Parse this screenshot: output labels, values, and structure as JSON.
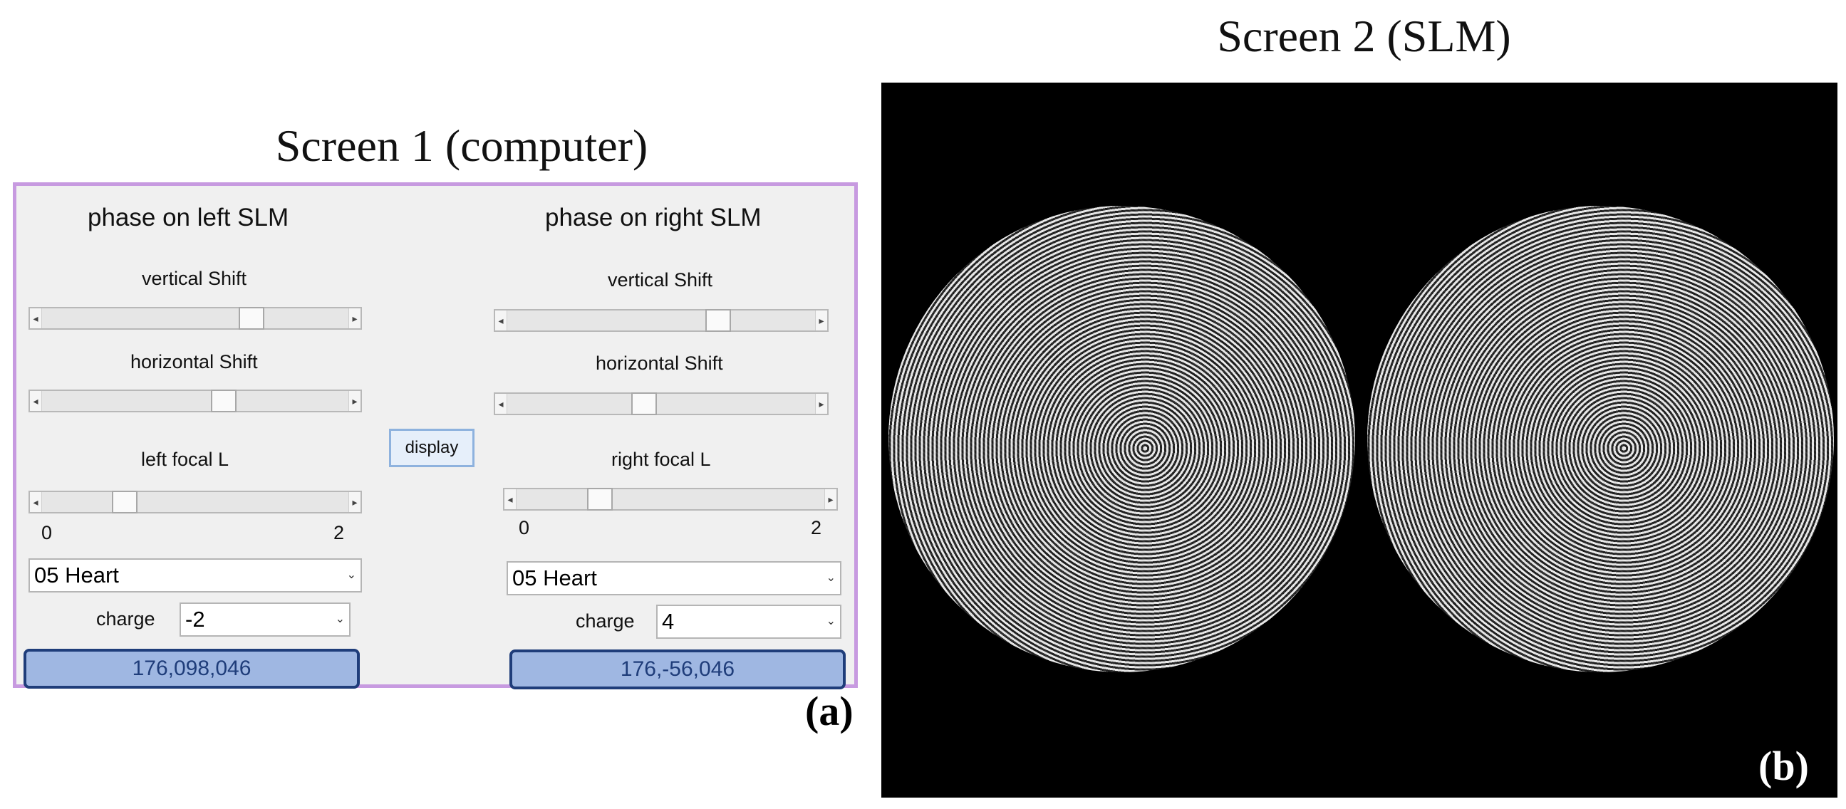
{
  "captions": {
    "screen1": "Screen 1  (computer)",
    "screen2": "Screen 2 (SLM)",
    "label_a": "(a)",
    "label_b": "(b)"
  },
  "left": {
    "heading": "phase on left SLM",
    "vertical_label": "vertical Shift",
    "horizontal_label": "horizontal Shift",
    "focal_label": "left focal L",
    "focal_min": "0",
    "focal_max": "2",
    "vertical_value": 0.7,
    "horizontal_value": 0.6,
    "focal_value": 0.25,
    "pattern": "05 Heart",
    "charge_label": "charge",
    "charge": "-2",
    "readout": "176,098,046"
  },
  "right": {
    "heading": "phase on right SLM",
    "vertical_label": "vertical Shift",
    "horizontal_label": "horizontal Shift",
    "focal_label": "right focal L",
    "focal_min": "0",
    "focal_max": "2",
    "vertical_value": 0.7,
    "horizontal_value": 0.44,
    "focal_value": 0.25,
    "pattern": "05 Heart",
    "charge_label": "charge",
    "charge": "4",
    "readout": "176,-56,046"
  },
  "display_button": "display",
  "colors": {
    "panel_border": "#c79ae0",
    "readout_fill": "#9fb7e2",
    "readout_border": "#1f3d7a",
    "slm_background": "#000000"
  }
}
